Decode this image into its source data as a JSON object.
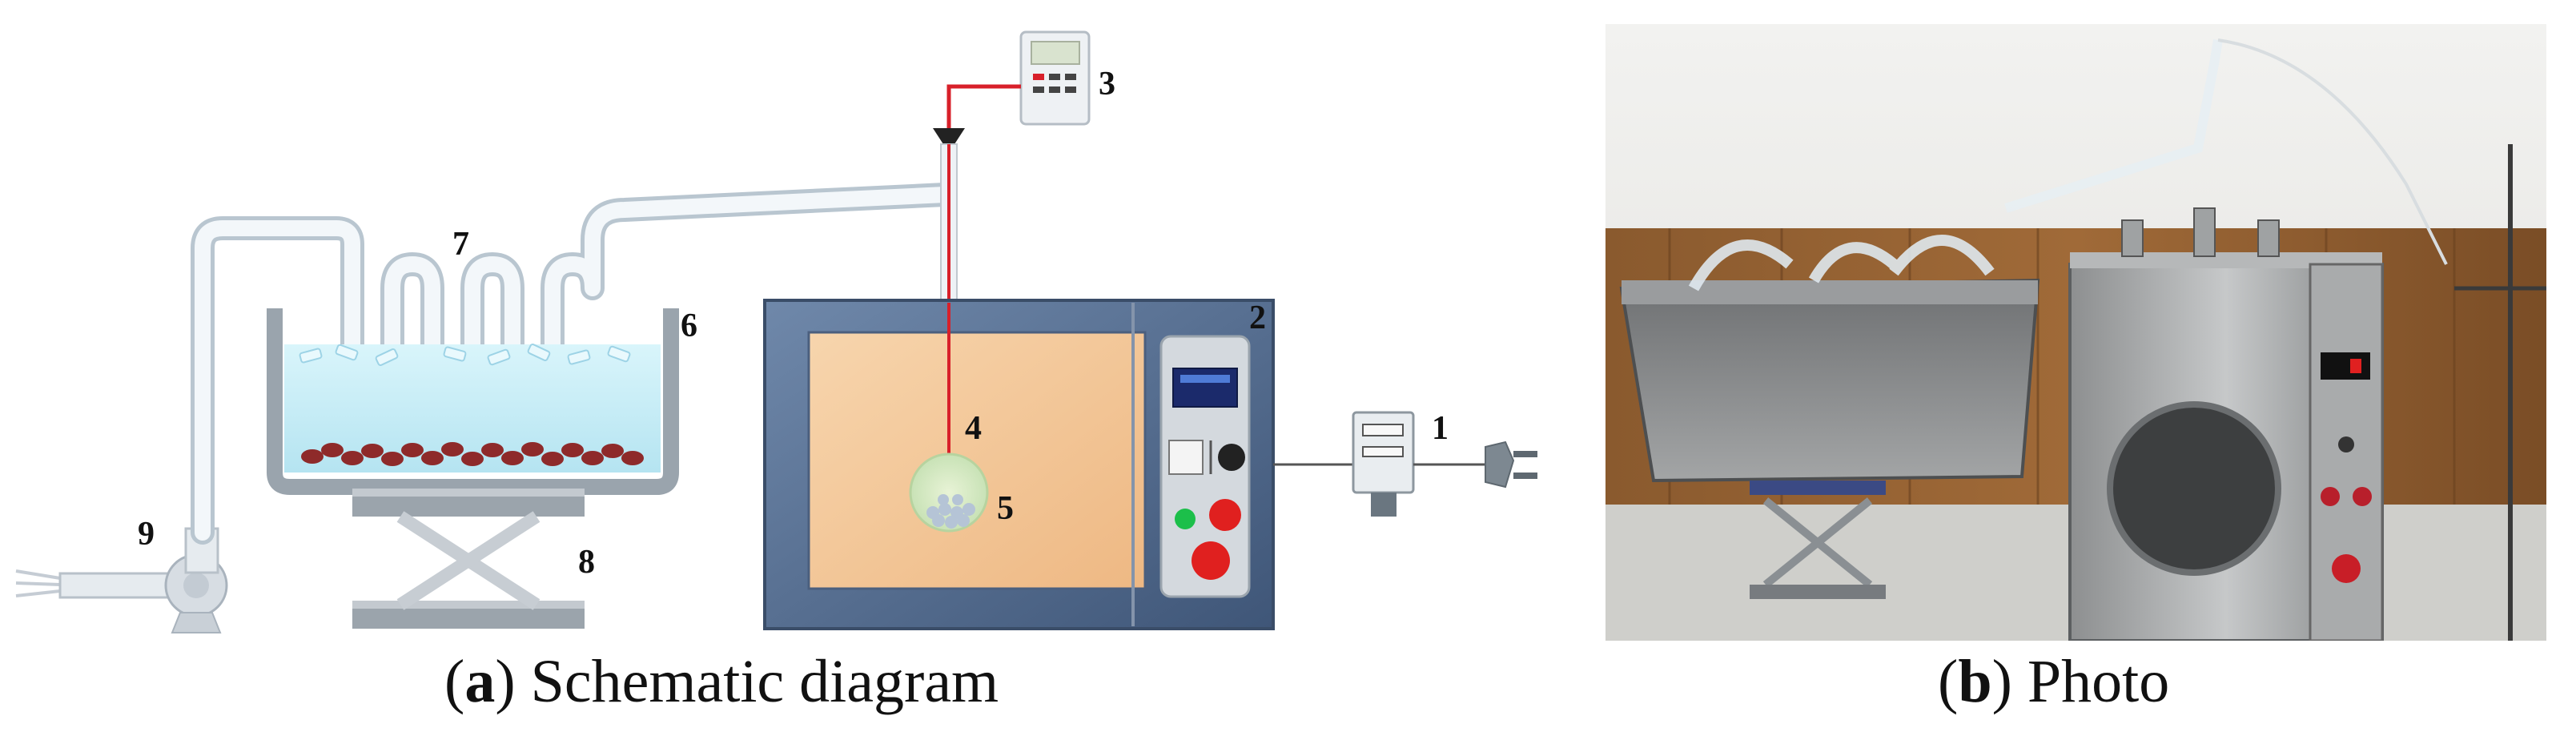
{
  "panel_a": {
    "caption_letter": "a",
    "caption_text": "Schematic diagram",
    "labels": {
      "power_plug": "1",
      "microwave_oven": "2",
      "temperature_controller": "3",
      "thermocouple": "4",
      "sample": "5",
      "water_bath": "6",
      "condenser_tube": "7",
      "lifting_platform": "8",
      "pump": "9"
    }
  },
  "panel_b": {
    "caption_letter": "b",
    "caption_text": "Photo"
  },
  "colors": {
    "oven_frame": "#5b6f8e",
    "oven_window": "#f2c89c",
    "water": "#c9eef8",
    "tube": "#eaf1f6",
    "wire": "#d8202a",
    "sample_particles": "#8e2a2a"
  }
}
